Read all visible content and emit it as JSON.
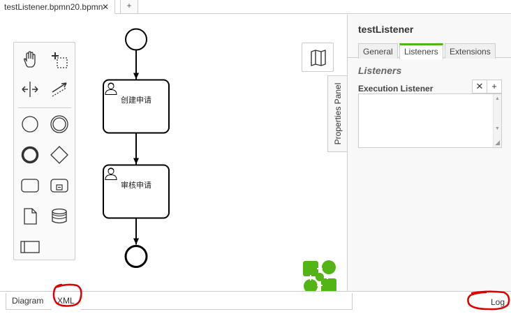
{
  "tabs": {
    "file_name": "testListener.bpmn20.bpmn",
    "close_glyph": "✕",
    "add_glyph": "+"
  },
  "palette": {
    "tools": [
      {
        "name": "hand-tool-icon"
      },
      {
        "name": "lasso-tool-icon"
      },
      {
        "name": "space-tool-icon"
      },
      {
        "name": "connect-tool-icon"
      },
      {
        "name": "start-event-icon"
      },
      {
        "name": "intermediate-event-icon"
      },
      {
        "name": "end-event-icon"
      },
      {
        "name": "gateway-icon"
      },
      {
        "name": "task-icon"
      },
      {
        "name": "subprocess-icon"
      },
      {
        "name": "data-object-icon"
      },
      {
        "name": "data-store-icon"
      },
      {
        "name": "pool-icon"
      }
    ]
  },
  "diagram": {
    "task1_label": "创建申请",
    "task2_label": "审核申请"
  },
  "properties": {
    "toggle_label": "Properties Panel",
    "title": "testListener",
    "tabs": [
      "General",
      "Listeners",
      "Extensions"
    ],
    "active_tab": "Listeners",
    "section": "Listeners",
    "field_label": "Execution Listener",
    "remove_glyph": "✕",
    "add_glyph": "+"
  },
  "bottom": {
    "diagram_tab": "Diagram",
    "xml_tab": "XML",
    "log_button": "Log"
  },
  "colors": {
    "accent": "#52b415",
    "annotation": "#e00000"
  }
}
